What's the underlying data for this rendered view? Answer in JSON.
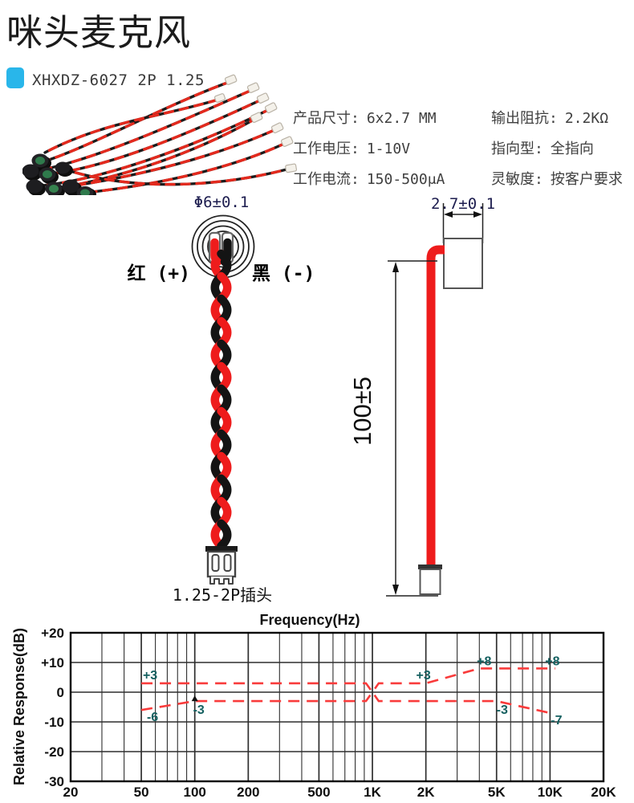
{
  "page": {
    "title": "咪头麦克风"
  },
  "product": {
    "code": "XHXDZ-6027 2P 1.25",
    "bullet_color": "#29b6ea",
    "specs_left": [
      {
        "label": "产品尺寸:",
        "value": "6x2.7 MM"
      },
      {
        "label": "工作电压:",
        "value": "1-10V"
      },
      {
        "label": "工作电流:",
        "value": "150-500μA"
      }
    ],
    "specs_right": [
      {
        "label": "输出阻抗:",
        "value": "2.2KΩ"
      },
      {
        "label": "指向型:",
        "value": "全指向"
      },
      {
        "label": "灵敏度:",
        "value": "按客户要求"
      }
    ]
  },
  "diagram": {
    "top_view_dim": "Φ6±0.1",
    "red_label": "红 (+)",
    "black_label": "黑 (-)",
    "plug_label": "1.25-2P插头",
    "width_dim": "2.7±0.1",
    "length_dim": "100±5",
    "wire_red": "#ee1c1c",
    "wire_black": "#141414"
  },
  "chart_data": {
    "type": "line",
    "title": "Frequency(Hz)",
    "ylabel": "Relative Response(dB)",
    "x_scale": "log",
    "x_range": [
      20,
      20000
    ],
    "y_range": [
      -30,
      20
    ],
    "grid": true,
    "line_color": "#f93b3b",
    "label_color": "#156060",
    "axis": {
      "x_ticks": [
        [
          20,
          "20"
        ],
        [
          50,
          "50"
        ],
        [
          100,
          "100"
        ],
        [
          200,
          "200"
        ],
        [
          500,
          "500"
        ],
        [
          1000,
          "1K"
        ],
        [
          2000,
          "2K"
        ],
        [
          5000,
          "5K"
        ],
        [
          10000,
          "10K"
        ],
        [
          20000,
          "20K"
        ]
      ],
      "y_ticks": [
        [
          20,
          "+20"
        ],
        [
          10,
          "+10"
        ],
        [
          0,
          "0"
        ],
        [
          -10,
          "-10"
        ],
        [
          -20,
          "-20"
        ],
        [
          -30,
          "-30"
        ]
      ],
      "grid_freqs": [
        20,
        30,
        40,
        50,
        60,
        70,
        80,
        90,
        100,
        200,
        300,
        400,
        500,
        600,
        700,
        800,
        900,
        1000,
        2000,
        3000,
        4000,
        5000,
        6000,
        7000,
        8000,
        9000,
        10000,
        20000
      ]
    },
    "series": [
      {
        "name": "upper_limit",
        "points": [
          [
            50,
            3
          ],
          [
            920,
            3
          ],
          [
            1000,
            0
          ],
          [
            1085,
            3
          ],
          [
            2000,
            3
          ],
          [
            4000,
            8
          ],
          [
            10700,
            8
          ]
        ]
      },
      {
        "name": "lower_limit",
        "points": [
          [
            50,
            -6
          ],
          [
            100,
            -3
          ],
          [
            920,
            -3
          ],
          [
            1000,
            0
          ],
          [
            1085,
            -3
          ],
          [
            5000,
            -3
          ],
          [
            10000,
            -7
          ]
        ]
      }
    ],
    "marker_point": [
      100,
      -3
    ],
    "point_labels": [
      {
        "f": 50,
        "v": 3,
        "text": "+3",
        "dx": 11,
        "dy": -5
      },
      {
        "f": 50,
        "v": -6,
        "text": "-6",
        "dx": 14,
        "dy": 14
      },
      {
        "f": 100,
        "v": -3,
        "text": "-3",
        "dx": 5,
        "dy": 16
      },
      {
        "f": 2000,
        "v": 3,
        "text": "+3",
        "dx": -3,
        "dy": -5
      },
      {
        "f": 4000,
        "v": 8,
        "text": "+8",
        "dx": 6,
        "dy": -4
      },
      {
        "f": 5000,
        "v": -3,
        "text": "-3",
        "dx": 7,
        "dy": 16
      },
      {
        "f": 10000,
        "v": 8,
        "text": "+8",
        "dx": 3,
        "dy": -4
      },
      {
        "f": 10000,
        "v": -7,
        "text": "-7",
        "dx": 8,
        "dy": 14
      }
    ]
  }
}
